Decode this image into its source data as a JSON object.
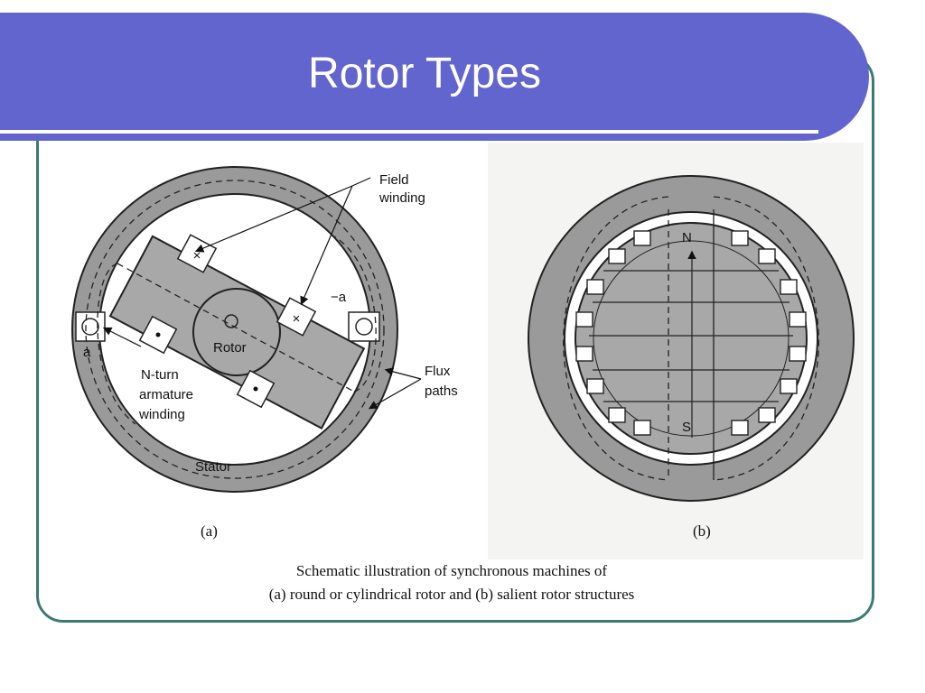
{
  "slide": {
    "title": "Rotor Types"
  },
  "figure_a": {
    "labels": {
      "field_line1": "Field",
      "field_line2": "winding",
      "neg_a": "−a",
      "a": "a",
      "rotor": "Rotor",
      "n_turn": "N-turn",
      "armature": "armature",
      "winding": "winding",
      "flux": "Flux",
      "paths": "paths",
      "stator": "Stator"
    },
    "sublabel": "(a)"
  },
  "figure_b": {
    "labels": {
      "north": "N",
      "south": "S"
    },
    "sublabel": "(b)"
  },
  "caption": {
    "line1": "Schematic illustration of synchronous machines of",
    "line2": "(a) round or cylindrical rotor and (b) salient rotor structures"
  },
  "colors": {
    "title_bar": "#6365cf",
    "frame_border": "#3b7a78",
    "stator_gray": "#9a9a9a",
    "rotor_gray": "#a8a8a8"
  }
}
